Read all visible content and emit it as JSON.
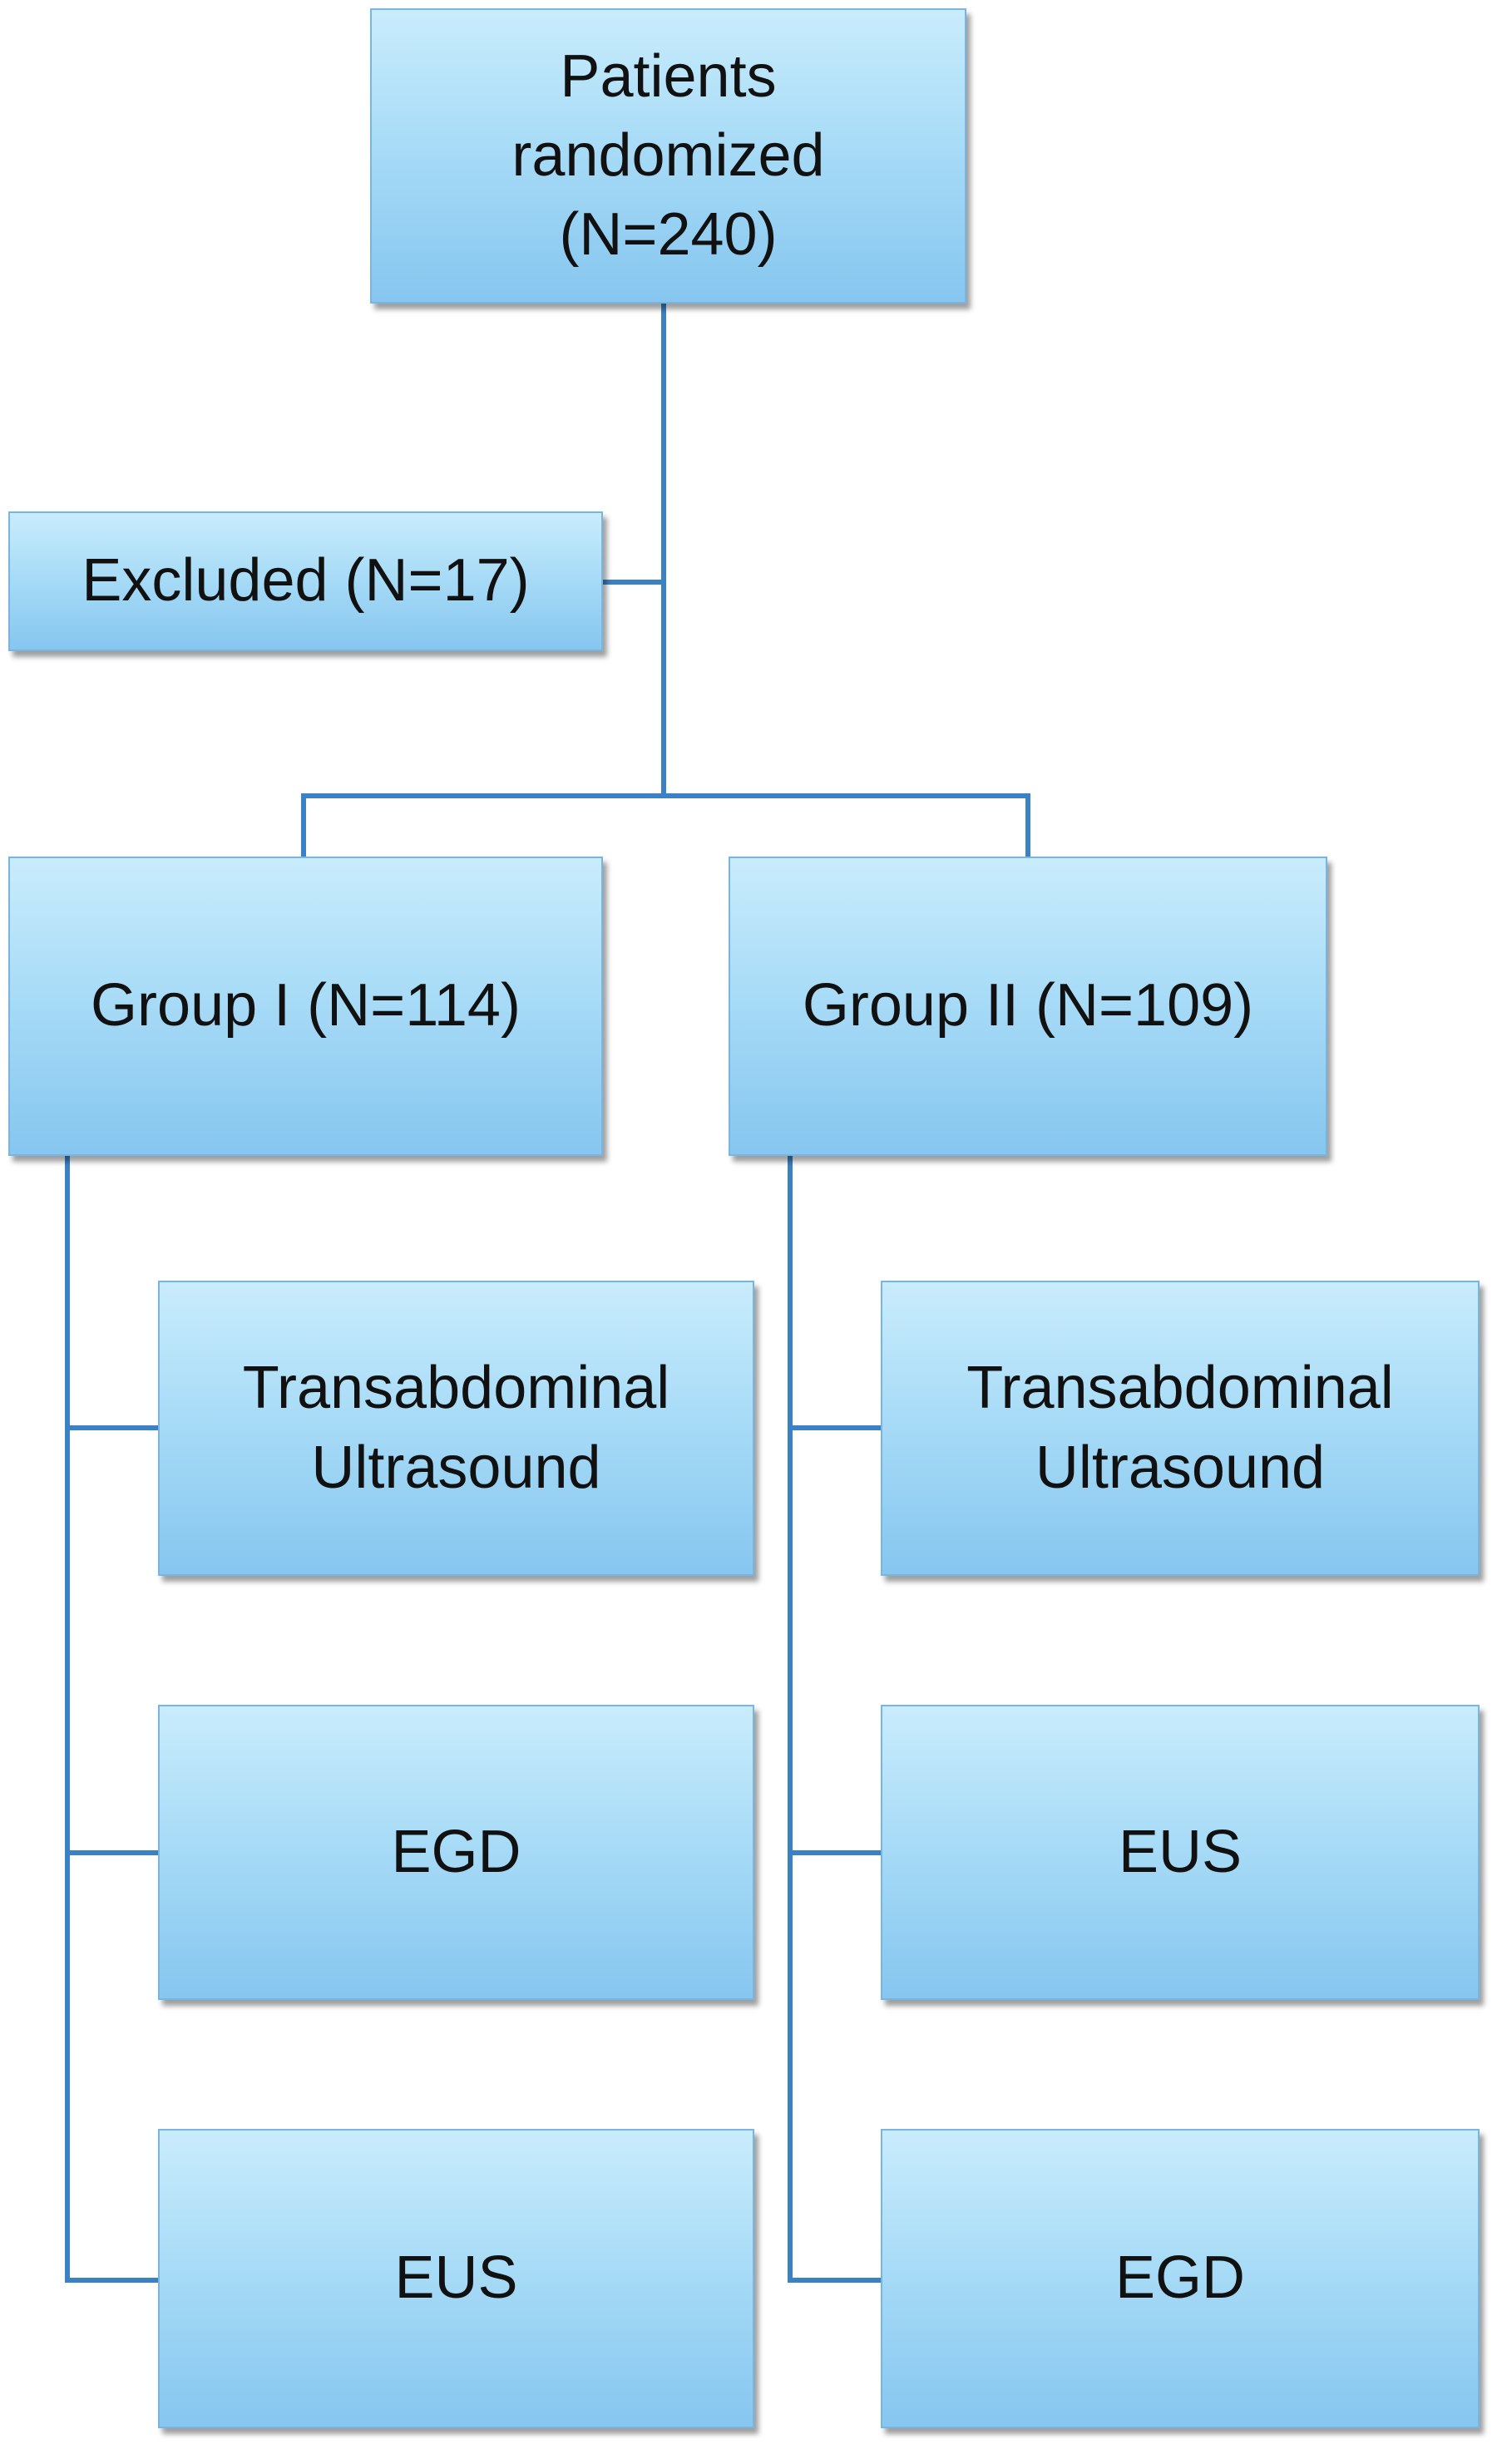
{
  "diagram": {
    "root": {
      "line1": "Patients",
      "line2": "randomized",
      "line3": "(N=240)"
    },
    "excluded": "Excluded (N=17)",
    "group1": {
      "label": "Group I (N=114)",
      "steps": [
        {
          "line1": "Transabdominal",
          "line2": "Ultrasound"
        },
        {
          "line1": "EGD",
          "line2": ""
        },
        {
          "line1": "EUS",
          "line2": ""
        }
      ]
    },
    "group2": {
      "label": "Group II (N=109)",
      "steps": [
        {
          "line1": "Transabdominal",
          "line2": "Ultrasound"
        },
        {
          "line1": "EUS",
          "line2": ""
        },
        {
          "line1": "EGD",
          "line2": ""
        }
      ]
    },
    "colors": {
      "box_top": "#c9ecfc",
      "box_bottom": "#86c6ef",
      "border": "#78b5e0",
      "connector": "#3b82c4"
    }
  }
}
